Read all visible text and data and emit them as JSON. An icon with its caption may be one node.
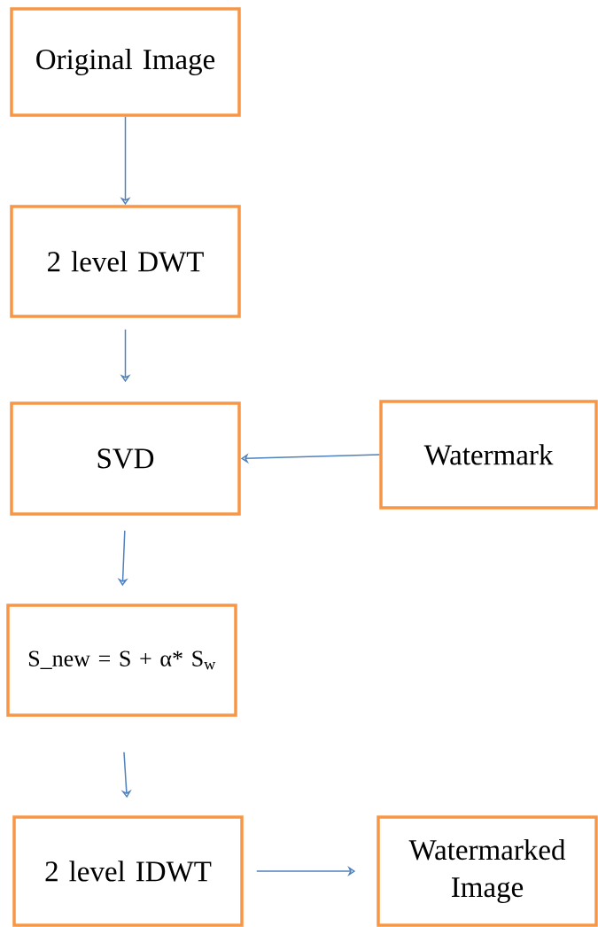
{
  "diagram": {
    "nodes": [
      {
        "text": [
          "Original Image"
        ]
      },
      {
        "text": [
          "2 level DWT"
        ]
      },
      {
        "text": [
          "SVD"
        ]
      },
      {
        "text": [
          "Watermark"
        ]
      },
      {
        "text": [
          "S_new = S + α* S$_{w}$"
        ]
      },
      {
        "text": [
          "2 level IDWT"
        ]
      },
      {
        "text": [
          "Watermarked Image"
        ]
      }
    ],
    "edges": [
      {
        "from": 0,
        "to": 1,
        "arrow": "to"
      },
      {
        "from": 1,
        "to": 2,
        "arrow": "to"
      },
      {
        "from": 3,
        "to": 2,
        "arrow": "to"
      },
      {
        "from": 2,
        "to": 4,
        "arrow": "to"
      },
      {
        "from": 4,
        "to": 5,
        "arrow": "to"
      },
      {
        "from": 5,
        "to": 6,
        "arrow": "to"
      }
    ]
  }
}
